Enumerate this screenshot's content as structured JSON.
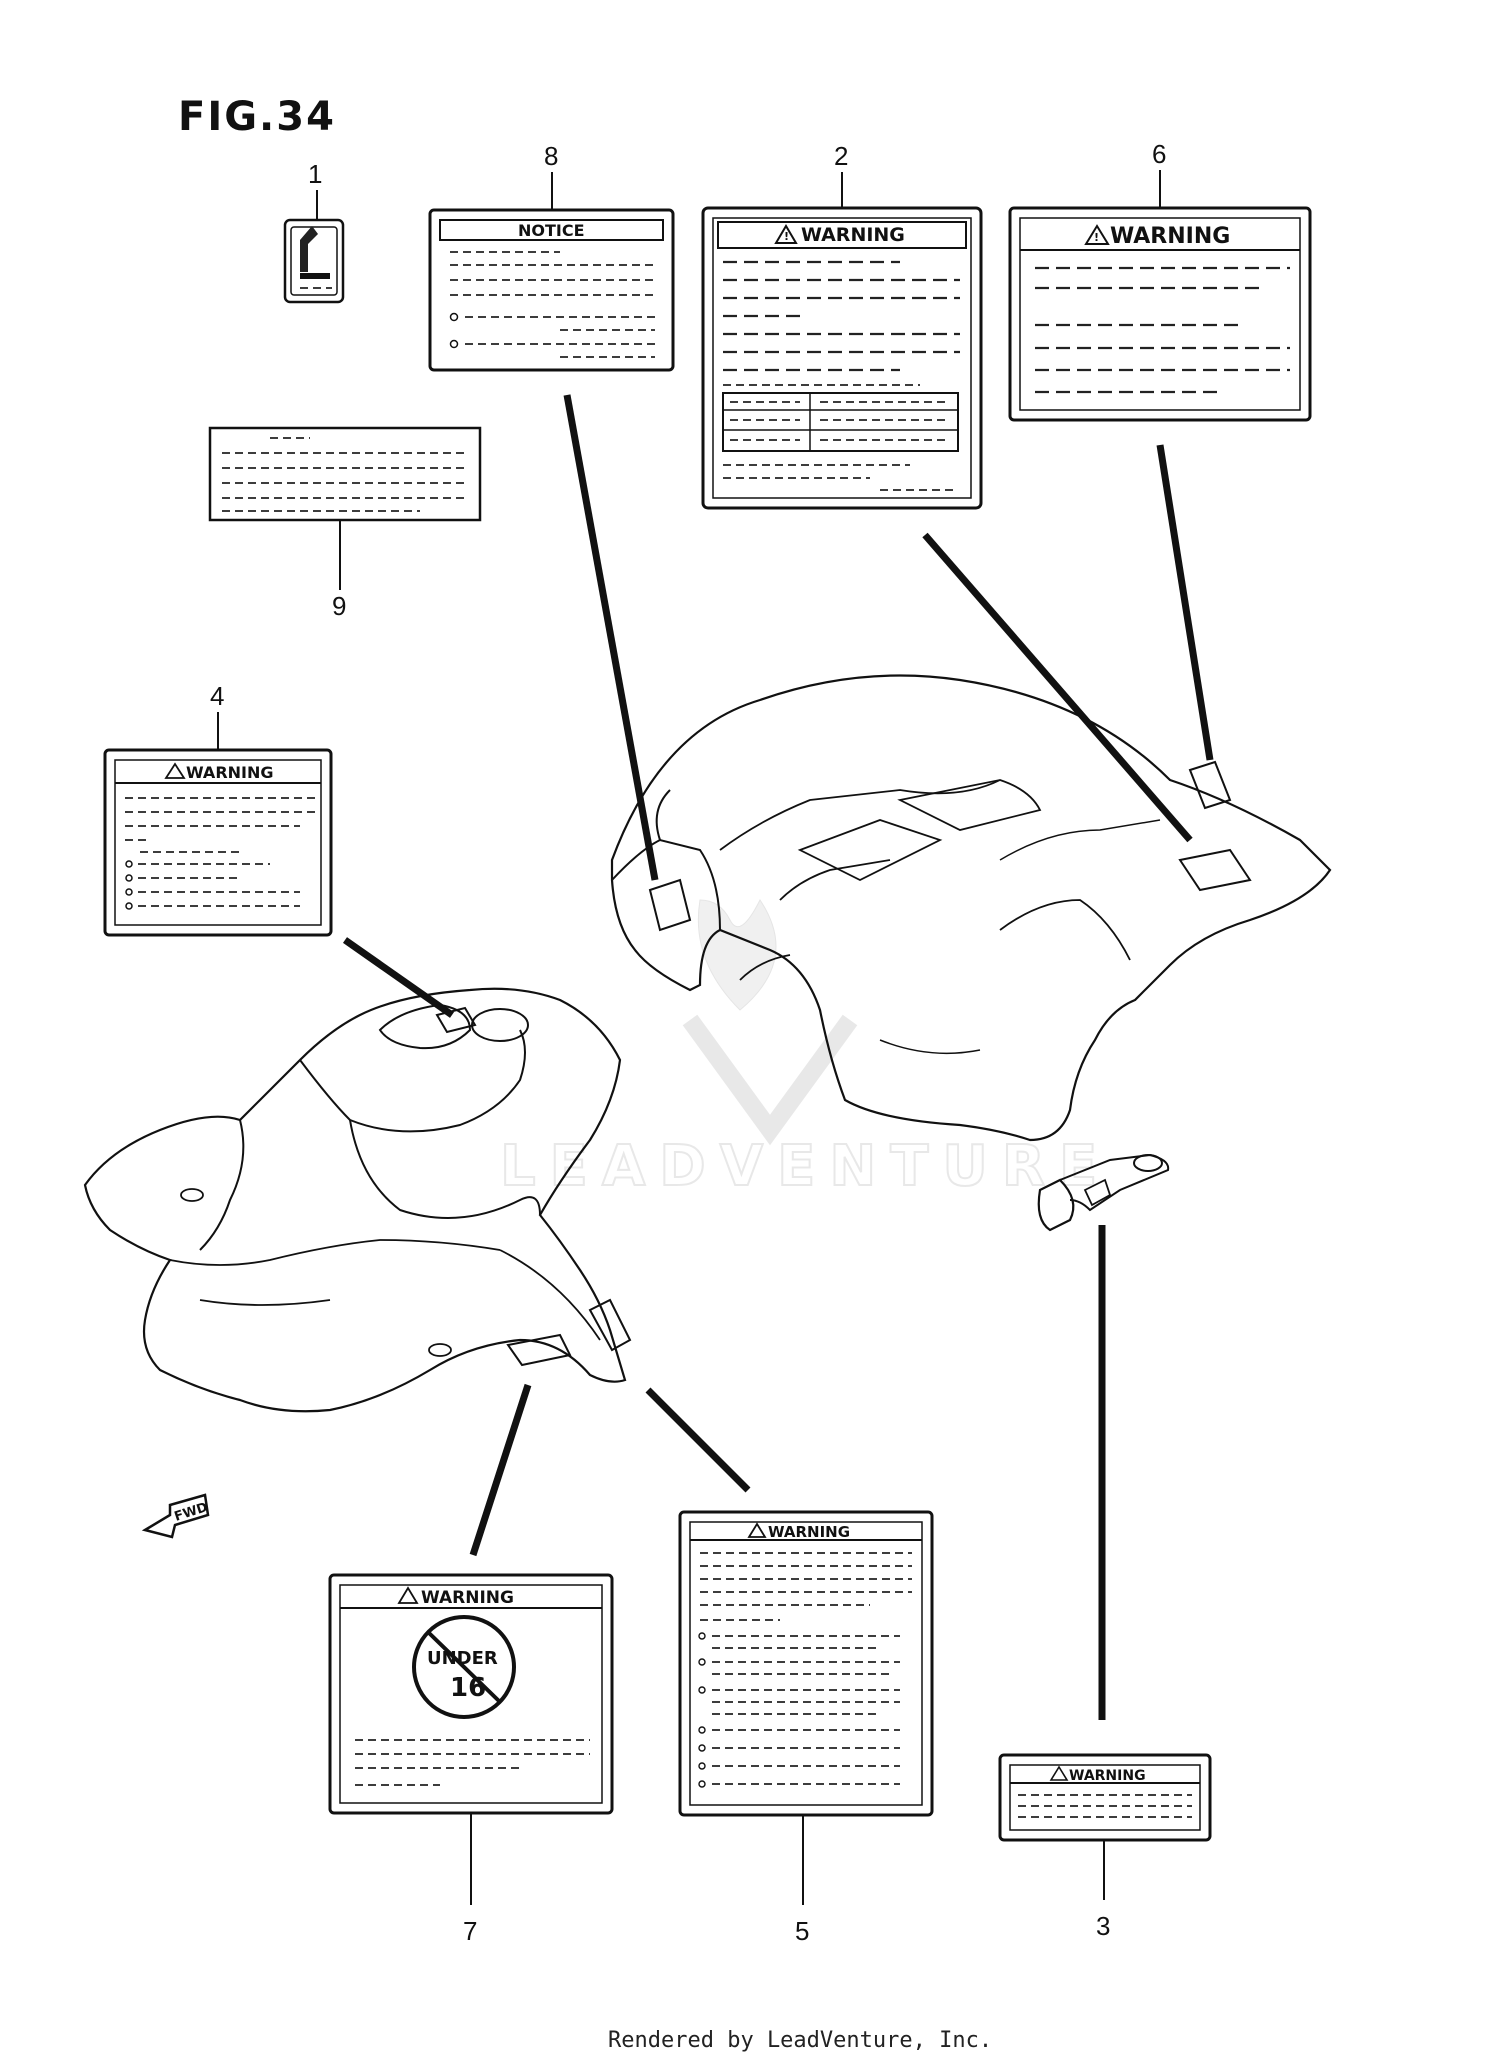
{
  "figure": {
    "title": "FIG.34"
  },
  "callouts": [
    "1",
    "2",
    "3",
    "4",
    "5",
    "6",
    "7",
    "8",
    "9"
  ],
  "labels": {
    "notice": "NOTICE",
    "warning": "WARNING",
    "under16_top": "UNDER",
    "under16_num": "16"
  },
  "icons": {
    "fwd": "FWD"
  },
  "watermark": "LEADVENTURE",
  "footer": "Rendered by LeadVenture, Inc."
}
